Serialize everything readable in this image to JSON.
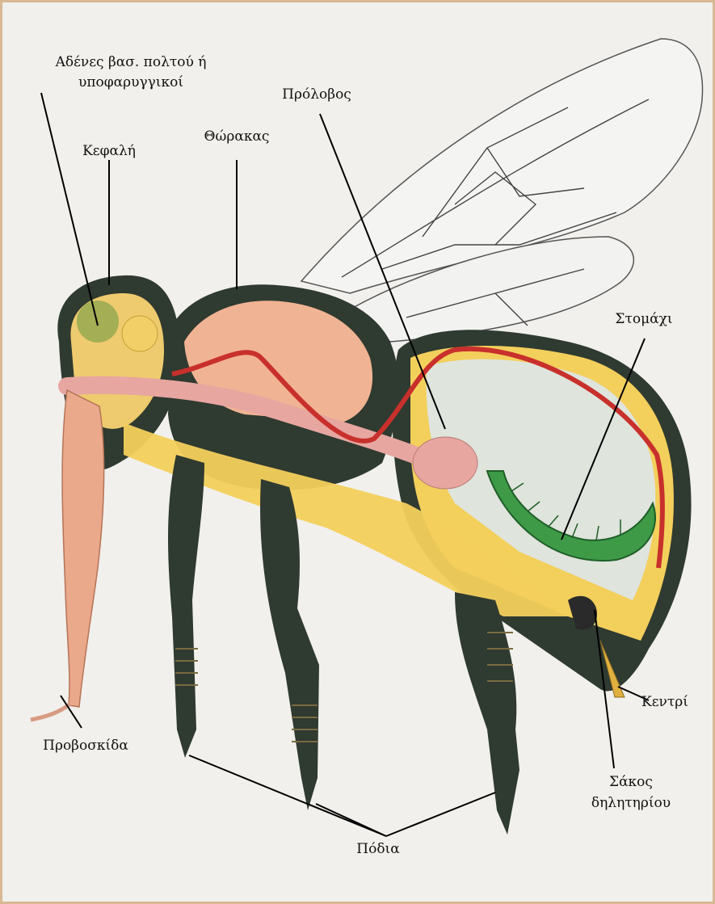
{
  "labels": {
    "glands_line1": "Αδένες βασ. πολτού ή",
    "glands_line2": "υποφαρυγγικοί",
    "head": "Κεφαλή",
    "thorax": "Θώρακας",
    "crop": "Πρόλοβος",
    "stomach": "Στομάχι",
    "proboscis": "Προβοσκίδα",
    "sting": "Κεντρί",
    "venom_line1": "Σάκος",
    "venom_line2": "δηλητηρίου",
    "legs": "Πόδια"
  },
  "colors": {
    "frame_border": "#d8b994",
    "background": "#f1f0ec",
    "exoskeleton": "#2f3a30",
    "muscle": "#f0b393",
    "fat_body": "#f3cf5c",
    "gut": "#e7a6a0",
    "stomach": "#3e9a47",
    "vessel": "#c8302c",
    "wing": "#f4f4f2"
  }
}
